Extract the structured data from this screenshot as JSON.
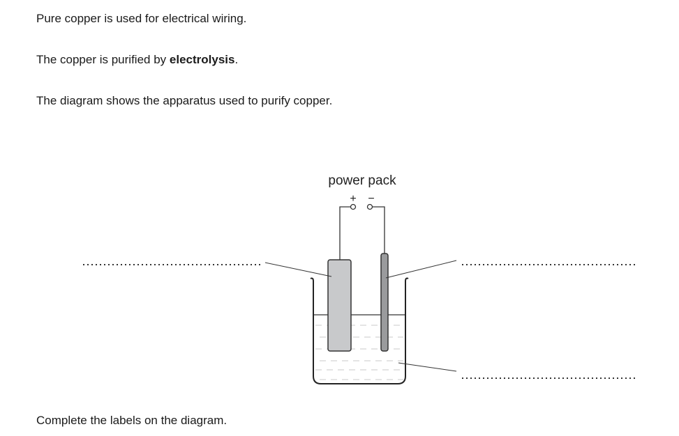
{
  "question": {
    "paragraphs": [
      {
        "text": "Pure copper is used for electrical wiring."
      },
      {
        "text_before": "The copper is purified by ",
        "bold": "electrolysis",
        "text_after": "."
      },
      {
        "text": "The diagram shows the apparatus used to purify copper."
      }
    ],
    "instruction": "Complete the labels on the diagram."
  },
  "diagram": {
    "power_pack_label": "power pack",
    "positive_terminal": "+",
    "negative_terminal": "−",
    "answer_lines": [
      {
        "name": "left-electrode-label",
        "value": ""
      },
      {
        "name": "right-electrode-label",
        "value": ""
      },
      {
        "name": "solution-label",
        "value": ""
      }
    ],
    "colors": {
      "anode_fill": "#c8c9cb",
      "cathode_fill": "#9a9b9d",
      "outline": "#333333",
      "solution_dash": "#c8c8c8"
    }
  }
}
